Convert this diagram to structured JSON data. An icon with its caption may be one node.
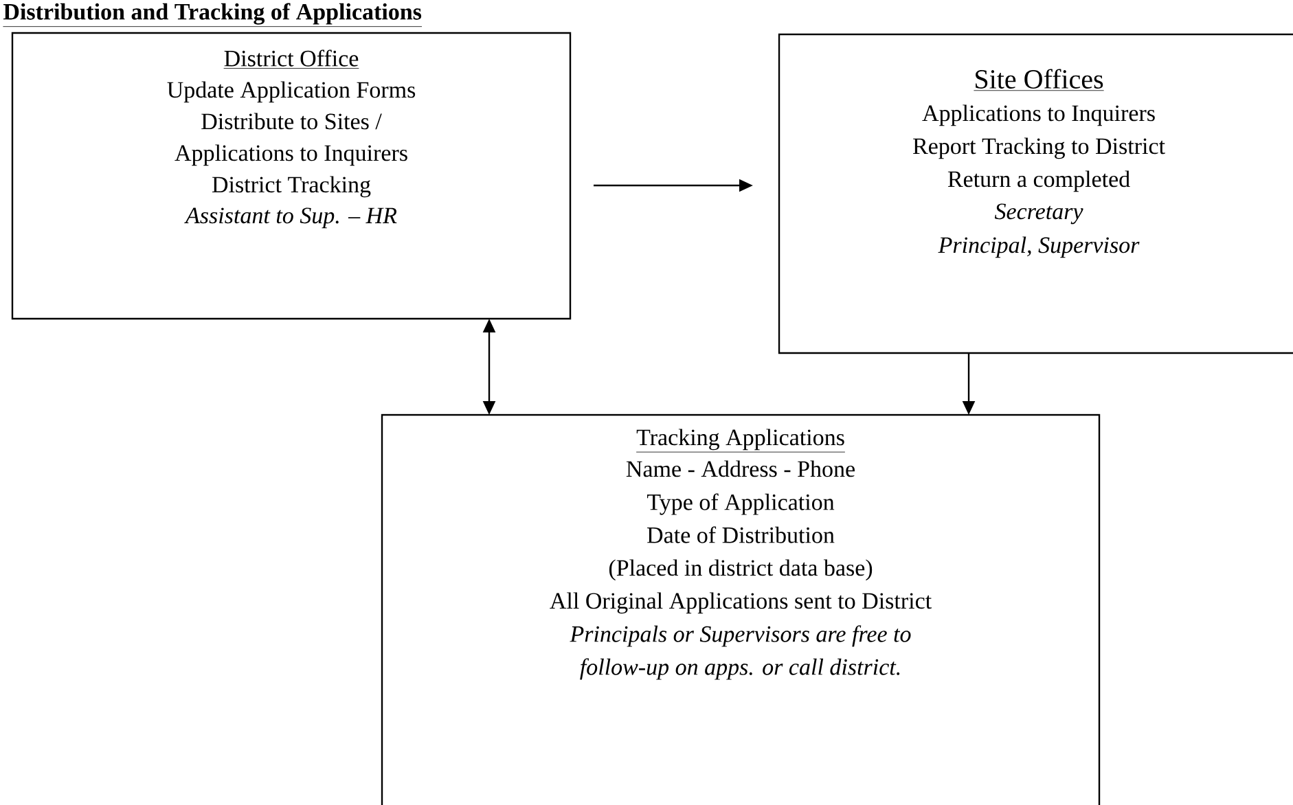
{
  "diagram": {
    "title": "Distribution and Tracking of Applications",
    "nodes": [
      {
        "text": [
          "District Office",
          "Update Application Forms",
          "Distribute to Sites  /",
          "Applications to Inquirers",
          "District Tracking",
          "Assistant to Sup. – HR"
        ]
      },
      {
        "text": [
          "Site Offices",
          "Applications to Inquirers",
          "Report Tracking to District",
          "Return a completed",
          "Secretary",
          "Principal, Supervisor"
        ]
      },
      {
        "text": [
          "Tracking Applications",
          "Name - Address - Phone",
          "Type of Application",
          "Date of Distribution",
          "(Placed in district data base)",
          "All Original Applications sent to District",
          "Principals or Supervisors are free to",
          "follow-up on apps. or call district."
        ]
      }
    ],
    "edges": [
      {
        "from": 0,
        "to": 1,
        "arrow": "to"
      },
      {
        "from": 0,
        "to": 2,
        "arrow": "both"
      },
      {
        "from": 1,
        "to": 2,
        "arrow": "to"
      }
    ]
  }
}
